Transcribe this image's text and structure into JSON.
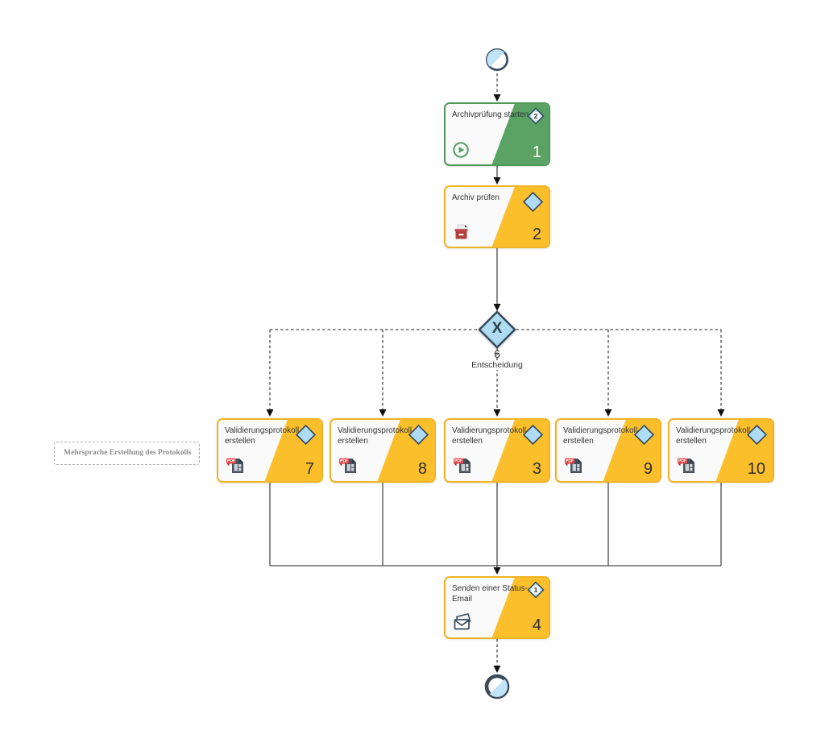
{
  "colors": {
    "task_green": "#5AA364",
    "task_yellow": "#FBBF2C",
    "diamond_blue": "#AEDCF5",
    "event_border_navy": "#35495E",
    "annotation_text_gray": "#8C8C8C",
    "pdf_red": "#E04444",
    "archive_red": "#B23F3F",
    "play_green": "#5AA364"
  },
  "diagram": {
    "tasks": {
      "archivpruefung_starten": {
        "title": "Archivprüfung starten",
        "number": "1",
        "badge_count": "2"
      },
      "archiv_pruefen": {
        "title": "Archiv prüfen",
        "number": "2"
      },
      "status_email": {
        "title": "Senden einer Status-Email",
        "number": "4",
        "badge_count": "1"
      }
    },
    "gateway": {
      "symbol": "X",
      "number": "6",
      "label": "Entscheidung"
    },
    "validation_tasks": [
      {
        "title": "Validierungsprotokoll erstellen",
        "number": "7"
      },
      {
        "title": "Validierungsprotokoll erstellen",
        "number": "8"
      },
      {
        "title": "Validierungsprotokoll erstellen",
        "number": "3"
      },
      {
        "title": "Validierungsprotokoll erstellen",
        "number": "9"
      },
      {
        "title": "Validierungsprotokoll erstellen",
        "number": "10"
      }
    ],
    "annotation": {
      "text": "Mehrsprache Erstellung des Protokolls"
    },
    "icons": {
      "pdf_label": "PDF"
    }
  }
}
